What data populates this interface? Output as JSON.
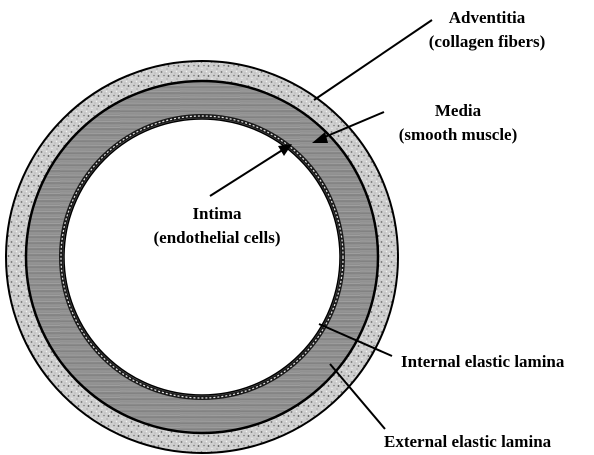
{
  "labels": {
    "adventitia": {
      "name": "Adventitia",
      "detail": "(collagen fibers)"
    },
    "media": {
      "name": "Media",
      "detail": "(smooth muscle)"
    },
    "intima": {
      "name": "Intima",
      "detail": "(endothelial cells)"
    },
    "internal_lamina": {
      "name": "Internal elastic lamina"
    },
    "external_lamina": {
      "name": "External elastic lamina"
    }
  },
  "colors": {
    "adventitia_fill": "#c9c9c9",
    "media_fill": "#8c8c8c",
    "lumen_fill": "#ffffff",
    "stroke": "#000000"
  }
}
